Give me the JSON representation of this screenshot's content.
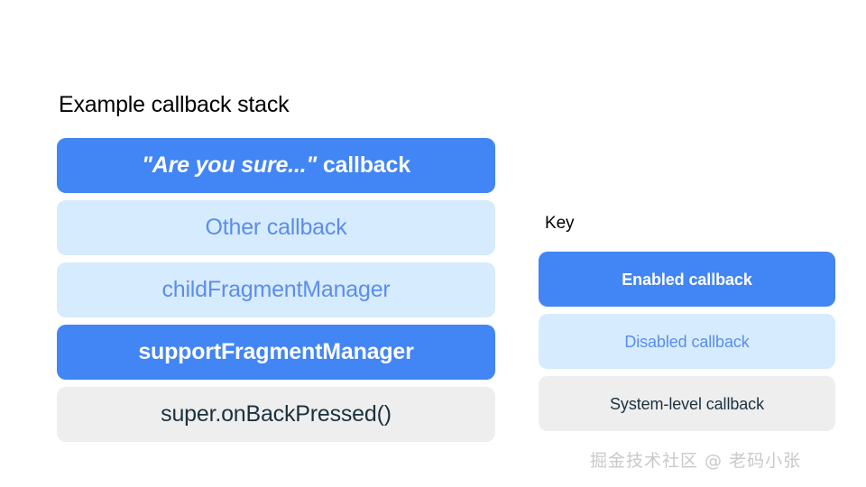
{
  "slide": {
    "background_color": "#ffffff"
  },
  "stack": {
    "title": "Example callback stack",
    "items": [
      {
        "label": "\"Are you sure...\" callback",
        "quoted_part": "\"Are you sure...\"",
        "plain_part": " callback",
        "state": "enabled"
      },
      {
        "label": "Other callback",
        "state": "disabled"
      },
      {
        "label": "childFragmentManager",
        "state": "disabled"
      },
      {
        "label": "supportFragmentManager",
        "state": "enabled"
      },
      {
        "label": "super.onBackPressed()",
        "state": "system"
      }
    ]
  },
  "key": {
    "title": "Key",
    "items": [
      {
        "label": "Enabled callback",
        "state": "enabled"
      },
      {
        "label": "Disabled callback",
        "state": "disabled"
      },
      {
        "label": "System-level callback",
        "state": "system"
      }
    ]
  },
  "watermark": {
    "text": "掘金技术社区 @ 老码小张"
  },
  "colors": {
    "enabled_bg": "#4285f4",
    "enabled_text": "#ffffff",
    "disabled_bg": "#d6ebfd",
    "disabled_text": "#5b8def",
    "system_bg": "#eeeeee",
    "system_text": "#1b313f",
    "title_text": "#000000",
    "watermark_text": "#c9c9c9"
  }
}
